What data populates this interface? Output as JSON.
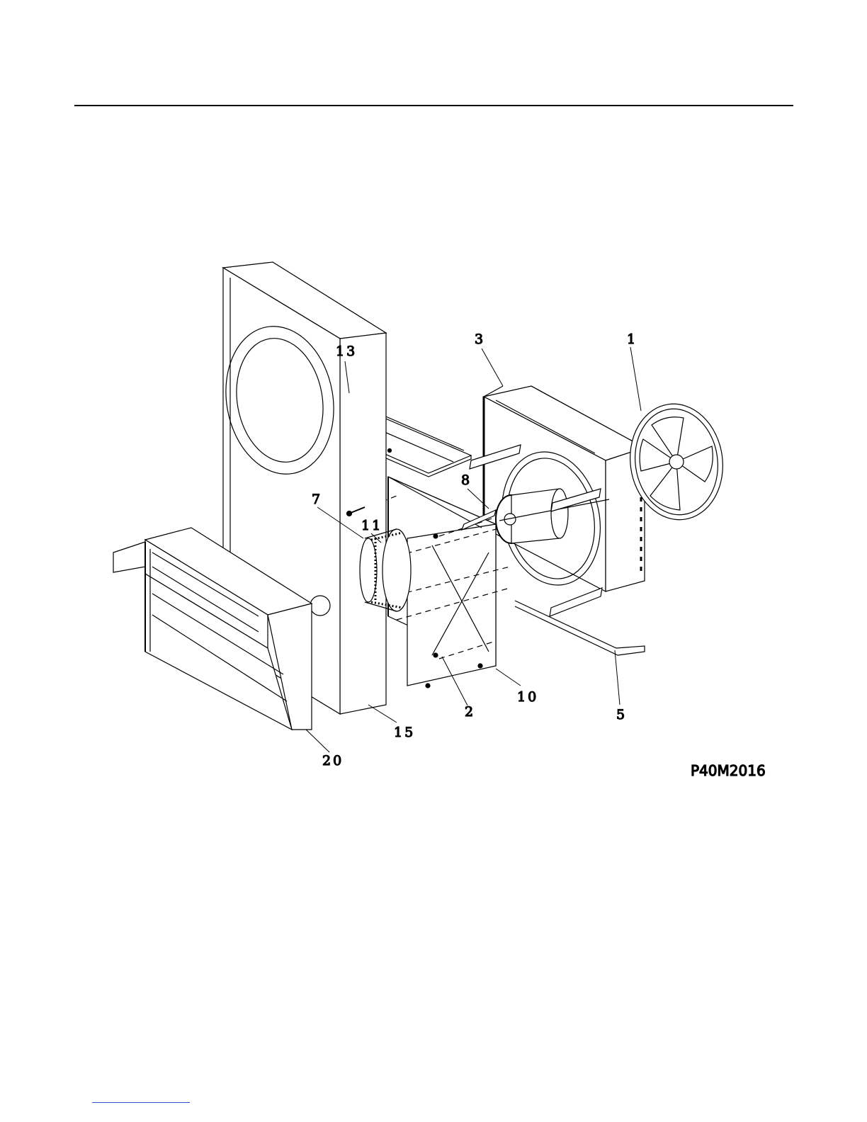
{
  "drawing_code": "P40M2016",
  "callouts": {
    "c1": "1",
    "c2": "2",
    "c3": "3",
    "c5": "5",
    "c7": "7",
    "c8": "8",
    "c10": "10",
    "c11": "11",
    "c13": "13",
    "c15": "15",
    "c20": "20"
  }
}
